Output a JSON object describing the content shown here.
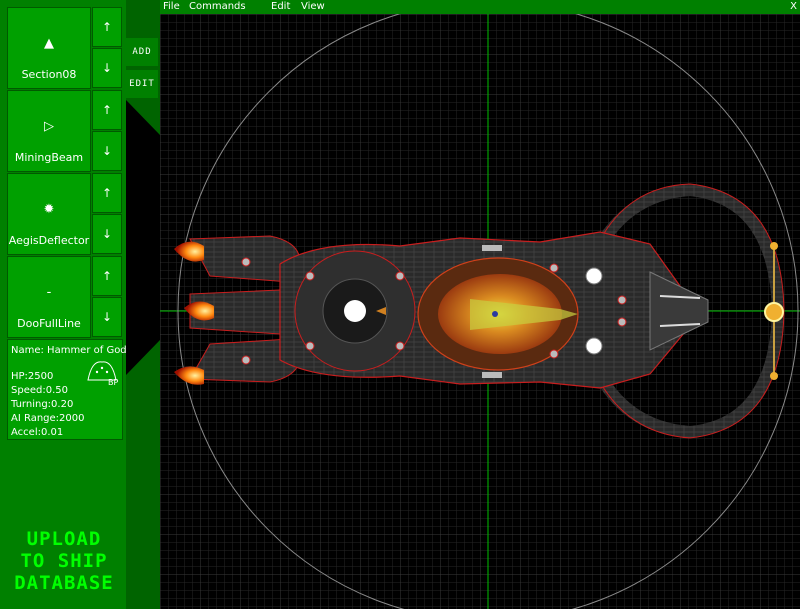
{
  "menu": {
    "file": "File",
    "commands": "Commands",
    "edit": "Edit",
    "view": "View",
    "close": "X"
  },
  "modes": {
    "add": "ADD",
    "edit": "EDIT"
  },
  "parts": [
    {
      "name": "Section08",
      "icon": "hull-section-icon"
    },
    {
      "name": "MiningBeam",
      "icon": "mining-beam-icon"
    },
    {
      "name": "AegisDeflector",
      "icon": "deflector-icon"
    },
    {
      "name": "DooFullLine",
      "icon": "line-icon"
    }
  ],
  "arrows": {
    "up": "↑",
    "down": "↓"
  },
  "ship": {
    "name_label": "Name: Hammer of God",
    "hp": "HP:2500",
    "speed": "Speed:0.50",
    "turning": "Turning:0.20",
    "ai_range": "AI Range:2000",
    "accel": "Accel:0.01",
    "badge": "BP"
  },
  "upload": {
    "line1": "UPLOAD",
    "line2": "TO SHIP",
    "line3": "DATABASE"
  },
  "colors": {
    "panel": "#008000",
    "panel_light": "#00a000",
    "grid": "#2e2e2e",
    "accent": "#00ff00",
    "hull_outline": "#c81e1e"
  }
}
